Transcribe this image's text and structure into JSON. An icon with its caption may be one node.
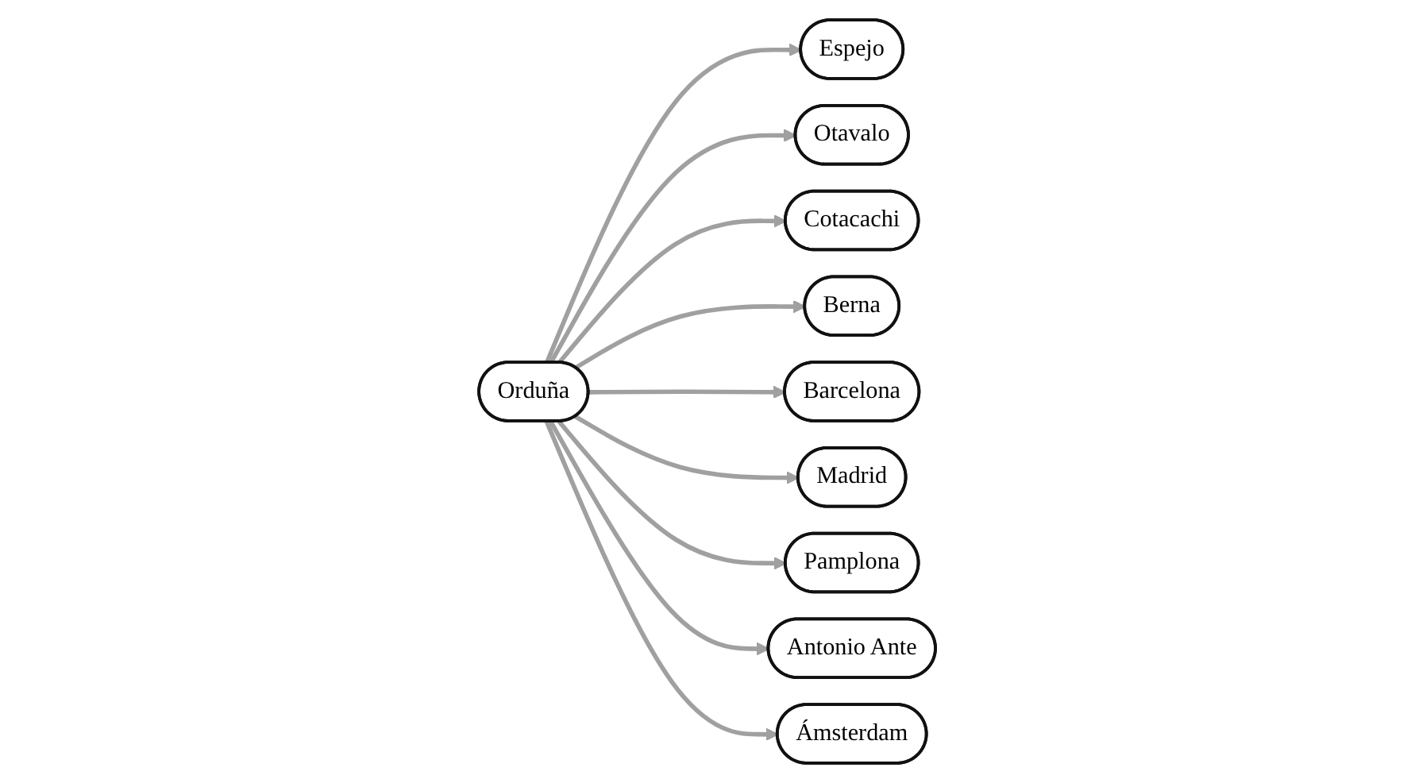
{
  "diagram": {
    "nodes": [
      {
        "text": [
          "Espejo"
        ]
      },
      {
        "text": [
          "Otavalo"
        ]
      },
      {
        "text": [
          "Cotacachi"
        ]
      },
      {
        "text": [
          "Orduña"
        ]
      },
      {
        "text": [
          "Berna"
        ]
      },
      {
        "text": [
          "Barcelona"
        ]
      },
      {
        "text": [
          "Madrid"
        ]
      },
      {
        "text": [
          "Pamplona"
        ]
      },
      {
        "text": [
          "Antonio Ante"
        ]
      },
      {
        "text": [
          "Ámsterdam"
        ]
      }
    ],
    "edges": [
      {
        "from": 3,
        "to": 0,
        "arrow": "to"
      },
      {
        "from": 3,
        "to": 1,
        "arrow": "to"
      },
      {
        "from": 3,
        "to": 2,
        "arrow": "to"
      },
      {
        "from": 3,
        "to": 4,
        "arrow": "to"
      },
      {
        "from": 3,
        "to": 5,
        "arrow": "to"
      },
      {
        "from": 3,
        "to": 6,
        "arrow": "to"
      },
      {
        "from": 3,
        "to": 7,
        "arrow": "to"
      },
      {
        "from": 3,
        "to": 8,
        "arrow": "to"
      },
      {
        "from": 3,
        "to": 9,
        "arrow": "to"
      }
    ]
  }
}
